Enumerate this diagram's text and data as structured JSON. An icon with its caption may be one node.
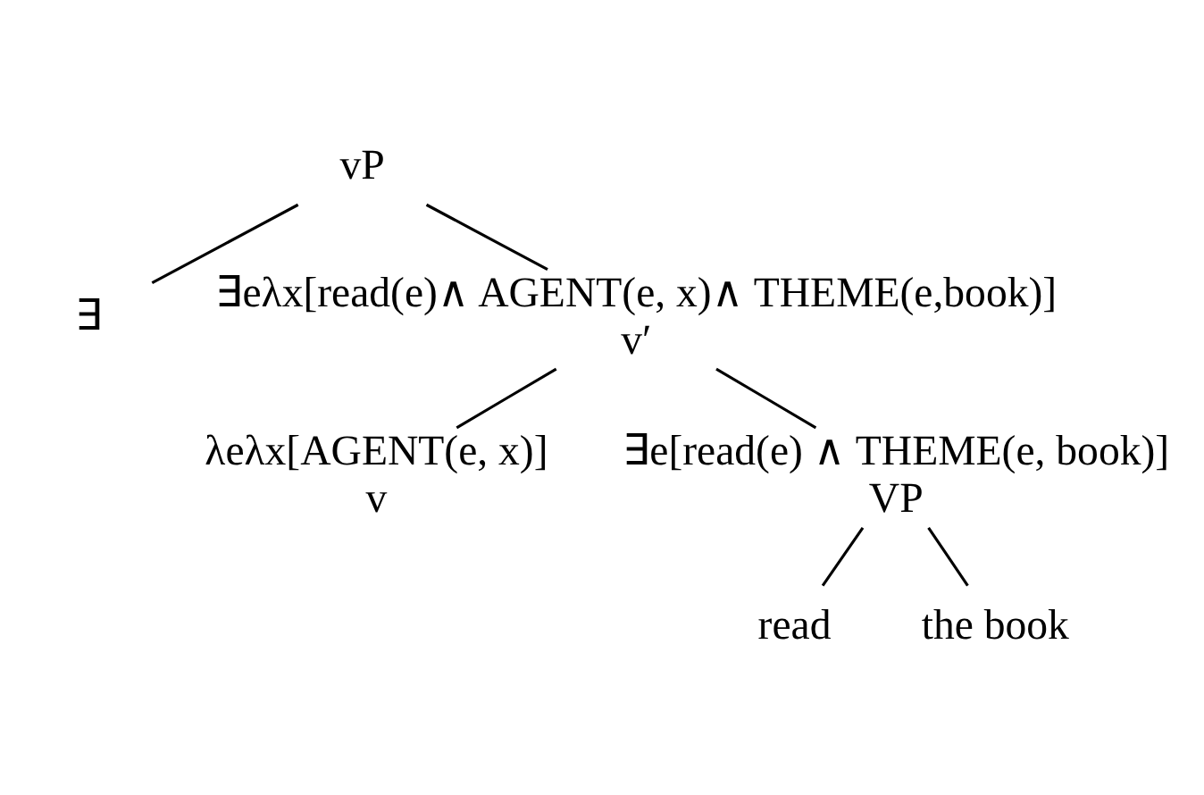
{
  "diagram": {
    "nodes": [
      {
        "text": [
          "vP"
        ]
      },
      {
        "text": [
          "∃"
        ]
      },
      {
        "text": [
          "∃eλx[read(e)∧ AGENT(e, x)∧ THEME(e,book)]",
          "v′"
        ]
      },
      {
        "text": [
          "λeλx[AGENT(e, x)]",
          "v"
        ]
      },
      {
        "text": [
          "∃e[read(e) ∧ THEME(e, book)]",
          "VP"
        ]
      },
      {
        "text": [
          "read"
        ]
      },
      {
        "text": [
          "the book"
        ]
      }
    ],
    "edges": [
      {
        "from": 0,
        "to": 1,
        "arrow": "none"
      },
      {
        "from": 0,
        "to": 2,
        "arrow": "none"
      },
      {
        "from": 2,
        "to": 3,
        "arrow": "none"
      },
      {
        "from": 2,
        "to": 4,
        "arrow": "none"
      },
      {
        "from": 4,
        "to": 5,
        "arrow": "none"
      },
      {
        "from": 4,
        "to": 6,
        "arrow": "none"
      }
    ]
  }
}
